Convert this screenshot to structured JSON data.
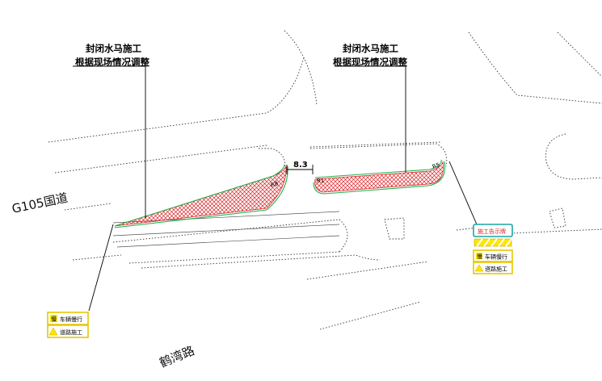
{
  "labels": {
    "left_line1": "封闭水马施工",
    "left_line2": "根据现场情况调整",
    "right_line1": "封闭水马施工",
    "right_line2": "根据现场情况调整"
  },
  "roads": {
    "main": "G105国道",
    "side": "鹤湾路"
  },
  "dimension": "8.3",
  "radii": {
    "left_end": "R8",
    "right_start": "R1",
    "right_end": "R5"
  },
  "signs_left": {
    "slow_char": "慢",
    "slow_text": "车辆慢行",
    "work_text": "道路施工"
  },
  "signs_right": {
    "board_title": "施工告示牌",
    "slow_char": "慢",
    "slow_text": "车辆慢行",
    "work_text": "道路施工"
  },
  "colors": {
    "line": "#000000",
    "hatch": "#d9262b",
    "edge": "#22b14c",
    "sign_yellow": "#ffe600",
    "sign_border_cyan": "#1aa6a6",
    "board_text": "#e02020"
  }
}
